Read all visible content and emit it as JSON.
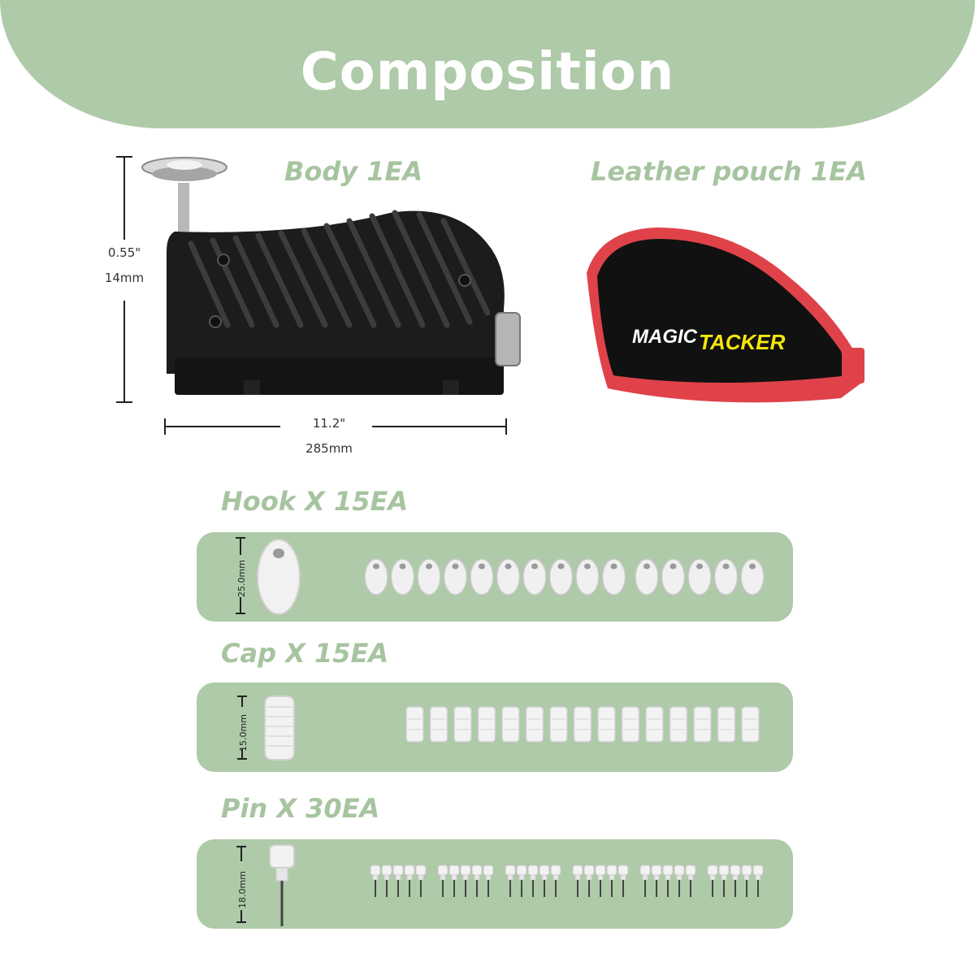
{
  "header": {
    "title": "Composition"
  },
  "body_item": {
    "label": "Body 1EA",
    "height_in": "0.55\"",
    "height_mm": "14mm",
    "width_in": "11.2\"",
    "width_mm": "285mm"
  },
  "pouch_item": {
    "label": "Leather pouch 1EA",
    "brand_part1": "MAGIC",
    "brand_part2": "TACKER"
  },
  "hook_item": {
    "label": "Hook X 15EA",
    "size": "25.0mm",
    "count": 15
  },
  "cap_item": {
    "label": "Cap X 15EA",
    "size": "15.0mm",
    "count": 15
  },
  "pin_item": {
    "label": "Pin X 30EA",
    "size": "18.0mm",
    "count": 30
  },
  "colors": {
    "accent_green": "#aecaa8",
    "label_green": "#a7c4a0",
    "pouch_red": "#e0424a",
    "logo_yellow": "#f5e60a"
  }
}
